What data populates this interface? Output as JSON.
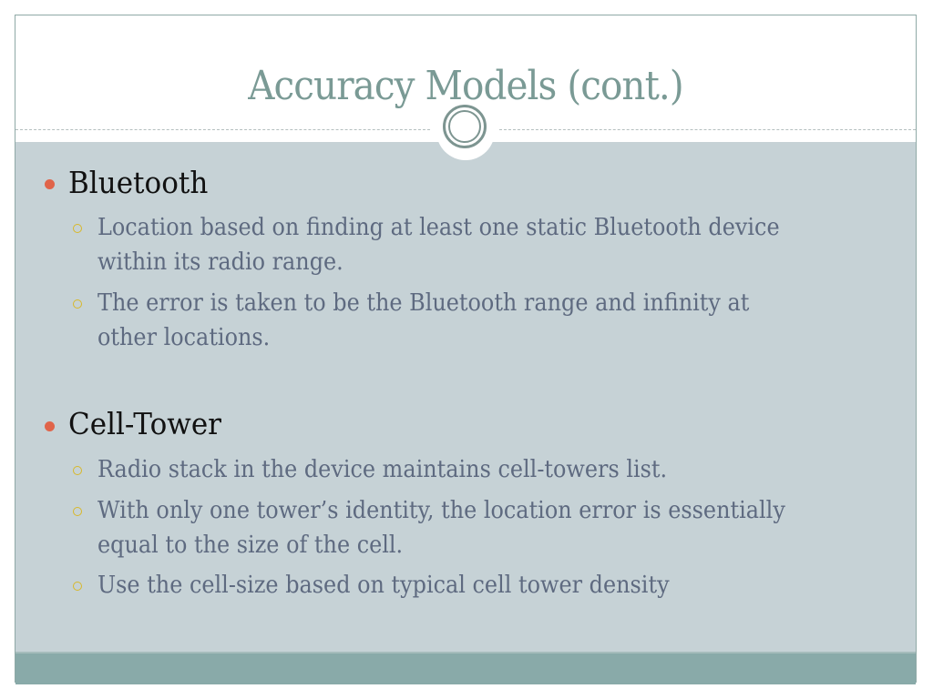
{
  "slide": {
    "title": "Accuracy Models (cont.)",
    "colors": {
      "title": "#7a9a95",
      "body_bg": "#c6d2d6",
      "footer_bg": "#89aaa9",
      "level1_bullet": "#e0644a",
      "level2_bullet": "#d8b82a",
      "level1_text": "#111111",
      "level2_text": "#5e6a80"
    },
    "sections": [
      {
        "heading": "Bluetooth",
        "items": [
          {
            "line1": "Location based on finding at least one static Bluetooth device",
            "line2": "within its radio range."
          },
          {
            "line1": "The error is taken to be the Bluetooth range and infinity at",
            "line2": "other locations."
          }
        ]
      },
      {
        "heading": "Cell-Tower",
        "items": [
          {
            "line1": "Radio stack in the device maintains cell-towers list."
          },
          {
            "line1": "With only one tower’s identity, the location error is essentially",
            "line2": "equal to the size of the cell."
          },
          {
            "line1": "Use the cell-size based on typical cell tower density"
          }
        ]
      }
    ]
  }
}
